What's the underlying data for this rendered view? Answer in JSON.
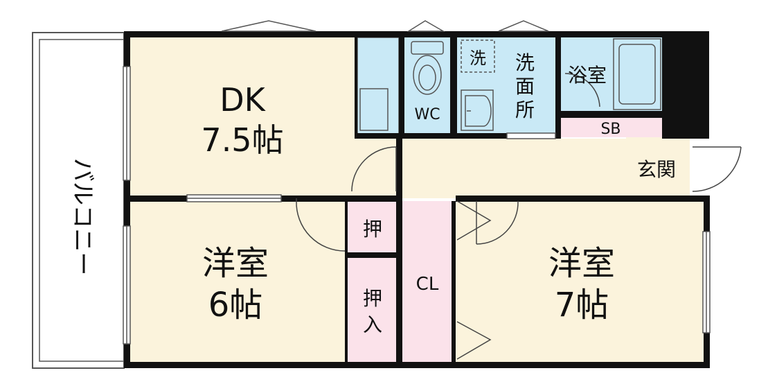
{
  "colors": {
    "floor_cream": "#fbf3dc",
    "storage_pink": "#fbe2ea",
    "wet_blue": "#c9e9f6",
    "wall": "#111111",
    "balcony": "#ffffff"
  },
  "rooms": {
    "dk": {
      "name": "DK",
      "size": "7.5帖"
    },
    "western_room_left": {
      "name": "洋室",
      "size": "6帖"
    },
    "western_room_right": {
      "name": "洋室",
      "size": "7帖"
    },
    "wc": "WC",
    "washroom_line1": "洗",
    "washroom_line2": "面",
    "washroom_line3": "所",
    "washer": "洗",
    "bathroom": "浴室",
    "shoebox": "SB",
    "entrance": "玄関",
    "closet": "CL",
    "oshi": "押",
    "oshiire_line1": "押",
    "oshiire_line2": "入",
    "balcony": "バルコニー"
  }
}
